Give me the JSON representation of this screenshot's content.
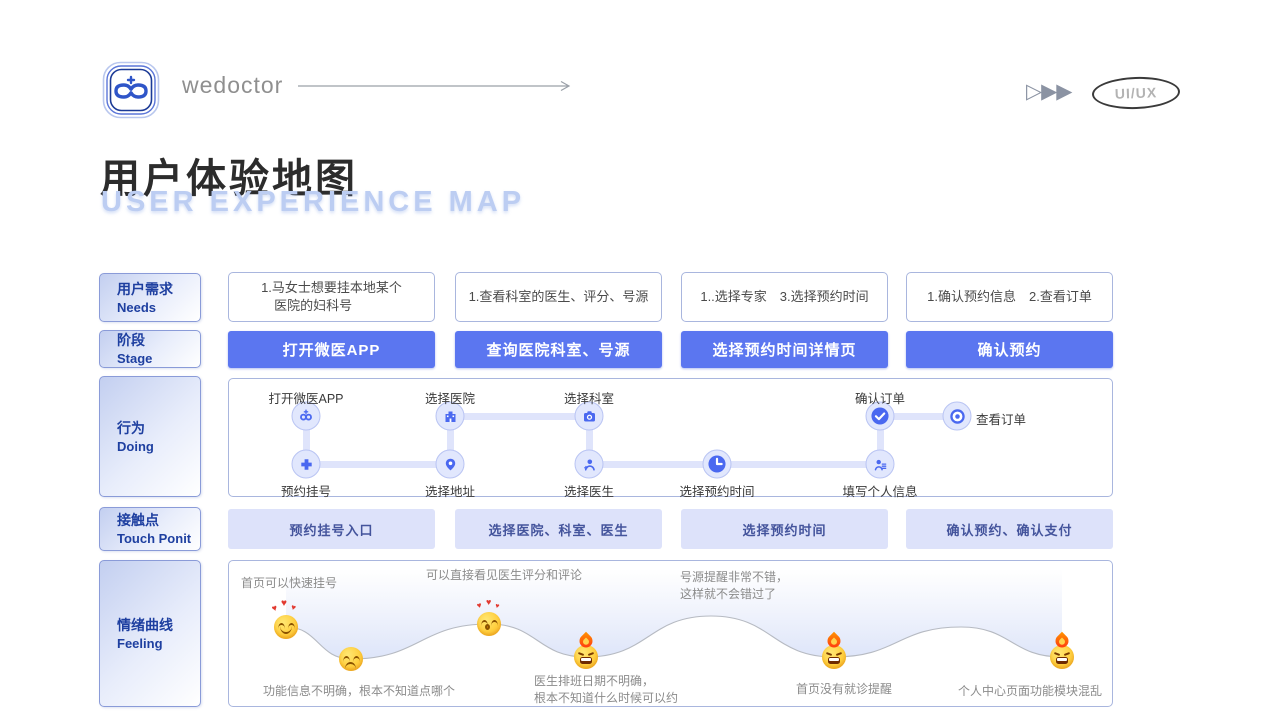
{
  "header": {
    "brand": "wedoctor",
    "badge": "UI/UX"
  },
  "title": {
    "zh": "用户体验地图",
    "en": "USER EXPERIENCE MAP"
  },
  "sidebar": {
    "rows": [
      {
        "zh": "用户需求",
        "en": "Needs"
      },
      {
        "zh": "阶段",
        "en": "Stage"
      },
      {
        "zh": "行为",
        "en": "Doing"
      },
      {
        "zh": "接触点",
        "en": "Touch Ponit"
      },
      {
        "zh": "情绪曲线",
        "en": "Feeling"
      }
    ]
  },
  "needs": {
    "items": [
      "1.马女士想要挂本地某个\n　医院的妇科号",
      "1.查看科室的医生、评分、号源",
      "1..选择专家　3.选择预约时间",
      "1.确认预约信息　2.查看订单"
    ]
  },
  "stages": {
    "items": [
      "打开微医APP",
      "查询医院科室、号源",
      "选择预约时间详情页",
      "确认预约"
    ]
  },
  "doing": {
    "steps_top": [
      {
        "label": "打开微医APP",
        "icon": "wedoctor-logo-icon"
      },
      {
        "label": "选择医院",
        "icon": "hospital-icon"
      },
      {
        "label": "选择科室",
        "icon": "department-icon"
      },
      {
        "label": "确认订单",
        "icon": "check-circle-icon"
      },
      {
        "label": "查看订单",
        "icon": "view-order-icon"
      }
    ],
    "steps_bottom": [
      {
        "label": "预约挂号",
        "icon": "medical-cross-icon"
      },
      {
        "label": "选择地址",
        "icon": "location-pin-icon"
      },
      {
        "label": "选择医生",
        "icon": "doctor-icon"
      },
      {
        "label": "选择预约时间",
        "icon": "clock-icon"
      },
      {
        "label": "填写个人信息",
        "icon": "profile-form-icon"
      }
    ]
  },
  "touchpoints": {
    "items": [
      "预约挂号入口",
      "选择医院、科室、医生",
      "选择预约时间",
      "确认预约、确认支付"
    ]
  },
  "feeling": {
    "notes_top": [
      "首页可以快速挂号",
      "可以直接看见医生评分和评论",
      "号源提醒非常不错，\n这样就不会错过了"
    ],
    "notes_bottom": [
      "功能信息不明确，根本不知道点哪个",
      "医生排班日期不明确，\n根本不知道什么时候可以约",
      "首页没有就诊提醒",
      "个人中心页面功能模块混乱"
    ],
    "emotions": [
      "love-face",
      "sad-face",
      "kiss-face",
      "angry-fire-face",
      "angry-fire-face",
      "angry-fire-face"
    ]
  },
  "colors": {
    "stage_button": "#5b76f0",
    "icon_blue": "#4a68f0",
    "lavender": "#dde2fa",
    "sidebar_text": "#1e3fa0",
    "title_en": "#bccdf2"
  }
}
